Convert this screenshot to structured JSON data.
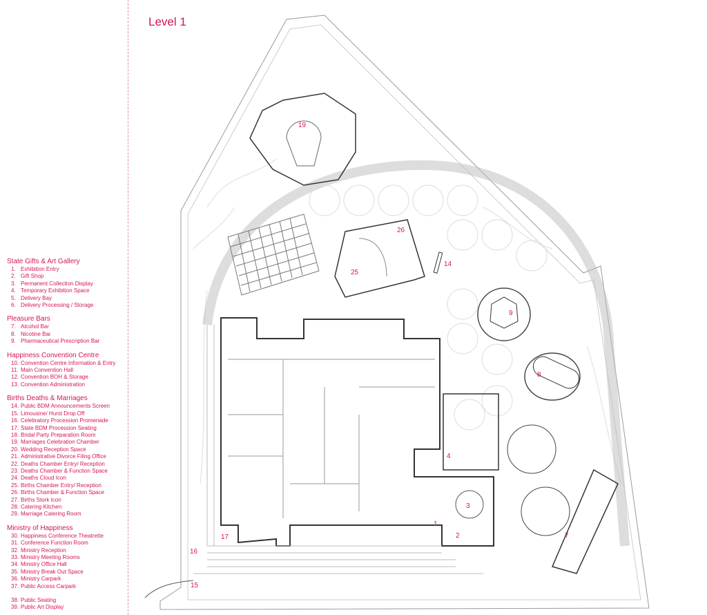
{
  "title": "Level 1",
  "legend": [
    {
      "title": "State Gifts & Art Gallery",
      "items": [
        {
          "n": "1.",
          "t": "Exhibition Entry"
        },
        {
          "n": "2.",
          "t": "Gift Shop"
        },
        {
          "n": "3.",
          "t": "Permanent Collection Display"
        },
        {
          "n": "4.",
          "t": "Temporary Exhibition Space"
        },
        {
          "n": "5.",
          "t": "Delivery Bay"
        },
        {
          "n": "6.",
          "t": "Delivery Processing / Storage"
        }
      ]
    },
    {
      "title": "Pleasure Bars",
      "items": [
        {
          "n": "7.",
          "t": "Alcohol Bar"
        },
        {
          "n": "8.",
          "t": "Nicotine Bar"
        },
        {
          "n": "9.",
          "t": "Pharmaceutical Prescription Bar"
        }
      ]
    },
    {
      "title": "Happiness Convention Centre",
      "items": [
        {
          "n": "10.",
          "t": "Convention Centre Information & Entry"
        },
        {
          "n": "11.",
          "t": "Main Convention Hall"
        },
        {
          "n": "12.",
          "t": "Convention BOH & Storage"
        },
        {
          "n": "13.",
          "t": "Convention Administration"
        }
      ]
    },
    {
      "title": "Births Deaths & Marriages",
      "items": [
        {
          "n": "14.",
          "t": "Public BDM Announcements Screen"
        },
        {
          "n": "15.",
          "t": "Limousine/ Hurst Drop Off"
        },
        {
          "n": "16.",
          "t": "Celebratory Procession Promenade"
        },
        {
          "n": "17.",
          "t": "State BDM Procession Seating"
        },
        {
          "n": "18.",
          "t": "Bridal Party Preparation Room"
        },
        {
          "n": "19.",
          "t": "Marriages Celebration Chamber"
        },
        {
          "n": "20.",
          "t": "Wedding Reception Space"
        },
        {
          "n": "21.",
          "t": "Administrative Divorce Filing Office"
        },
        {
          "n": "22.",
          "t": "Deaths Chamber Entry/ Reception"
        },
        {
          "n": "23.",
          "t": "Deaths Chamber & Function Space"
        },
        {
          "n": "24.",
          "t": "Deaths Cloud Icon"
        },
        {
          "n": "25.",
          "t": "Births Chamber Entry/ Reception"
        },
        {
          "n": "26.",
          "t": "Births Chamber & Function Space"
        },
        {
          "n": "27.",
          "t": "Births Stork Icon"
        },
        {
          "n": "28.",
          "t": "Catering Kitchen"
        },
        {
          "n": "29.",
          "t": "Marriage Catering Room"
        }
      ]
    },
    {
      "title": "Ministry of Happiness",
      "items": [
        {
          "n": "30.",
          "t": "Happiness Conference Theatrette"
        },
        {
          "n": "31.",
          "t": "Conference Function Room"
        },
        {
          "n": "32.",
          "t": "Ministry Reception"
        },
        {
          "n": "33.",
          "t": "Ministry Meeting Rooms"
        },
        {
          "n": "34.",
          "t": "Ministry Office Hall"
        },
        {
          "n": "35.",
          "t": "Ministry Break Out Space"
        },
        {
          "n": "36.",
          "t": "Ministry Carpark"
        },
        {
          "n": "37.",
          "t": "Public Access Carpark"
        }
      ]
    },
    {
      "title": "",
      "items": [
        {
          "n": "38.",
          "t": "Public Seating"
        },
        {
          "n": "39.",
          "t": "Public Art Display"
        }
      ]
    }
  ],
  "plan_labels": [
    "19",
    "26",
    "25",
    "14",
    "9",
    "8",
    "4",
    "3",
    "7",
    "1",
    "2",
    "17",
    "16",
    "15"
  ],
  "accent": "#d4145a"
}
